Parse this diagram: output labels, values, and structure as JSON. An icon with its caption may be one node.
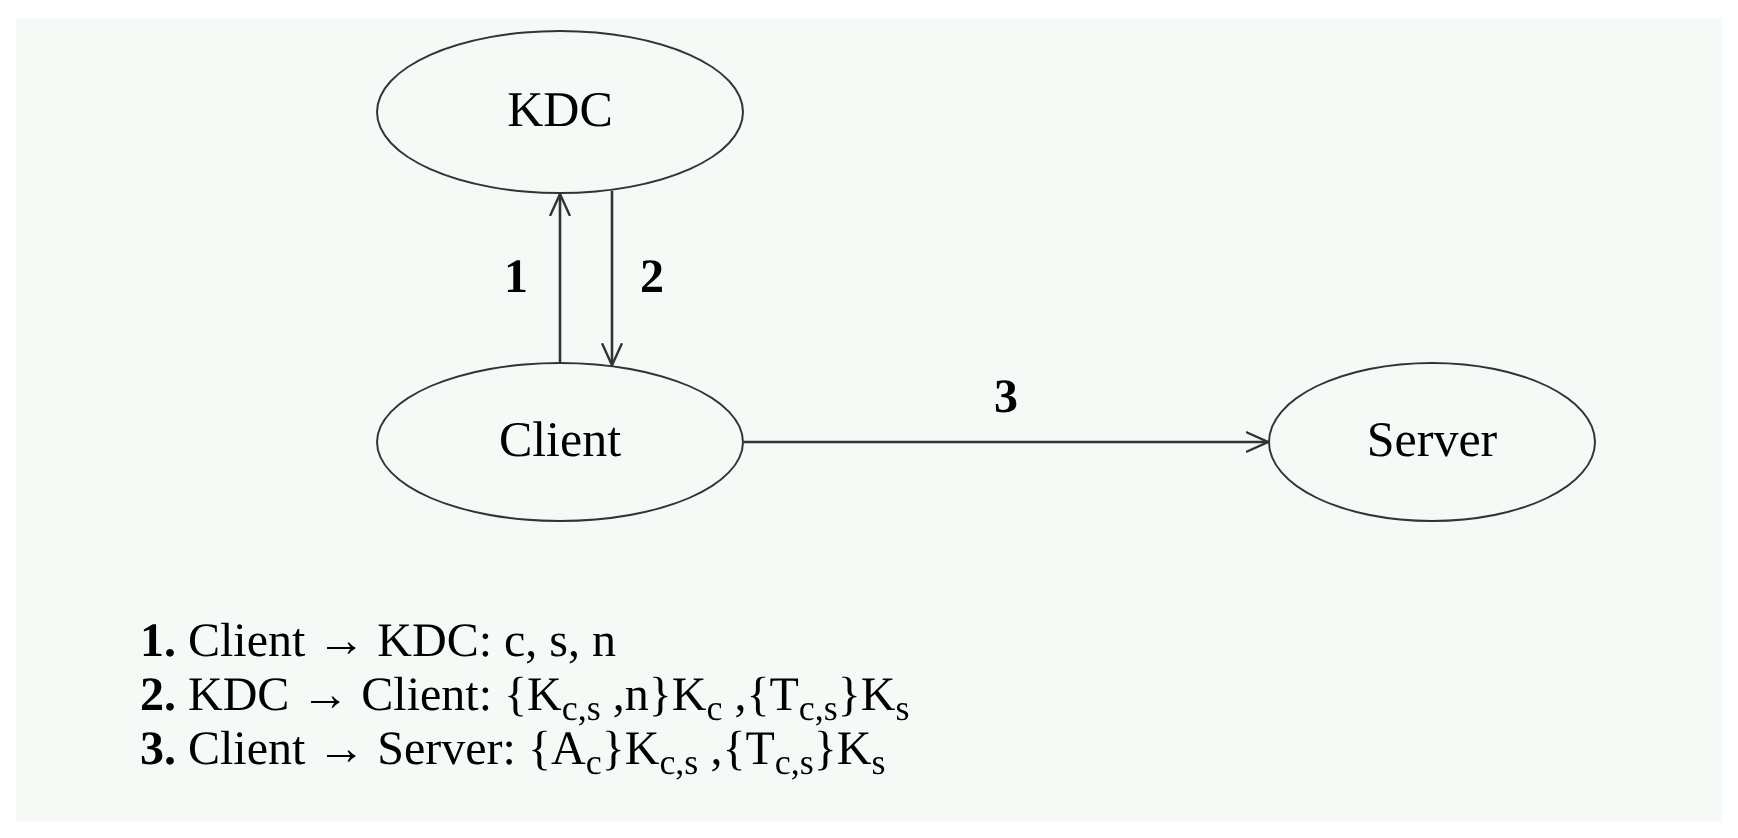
{
  "diagram": {
    "nodes": [
      {
        "text": [
          "KDC"
        ]
      },
      {
        "text": [
          "Client"
        ]
      },
      {
        "text": [
          "Server"
        ]
      }
    ],
    "edges": [
      {
        "from": 1,
        "to": 0,
        "arrow": "to",
        "label": "1"
      },
      {
        "from": 0,
        "to": 1,
        "arrow": "to",
        "label": "2"
      },
      {
        "from": 1,
        "to": 2,
        "arrow": "to",
        "label": "3"
      }
    ],
    "labels": [
      "**1.** Client → KDC: c, s, n",
      "**2.** KDC → Client: {K$_{c,s}$ ,n}K$_{c}$ ,{T$_{c,s}$}K$_{s}$",
      "**3.** Client → Server: {A$_{c}$}K$_{c,s}$ ,{T$_{c,s}$}K$_{s}$"
    ]
  }
}
